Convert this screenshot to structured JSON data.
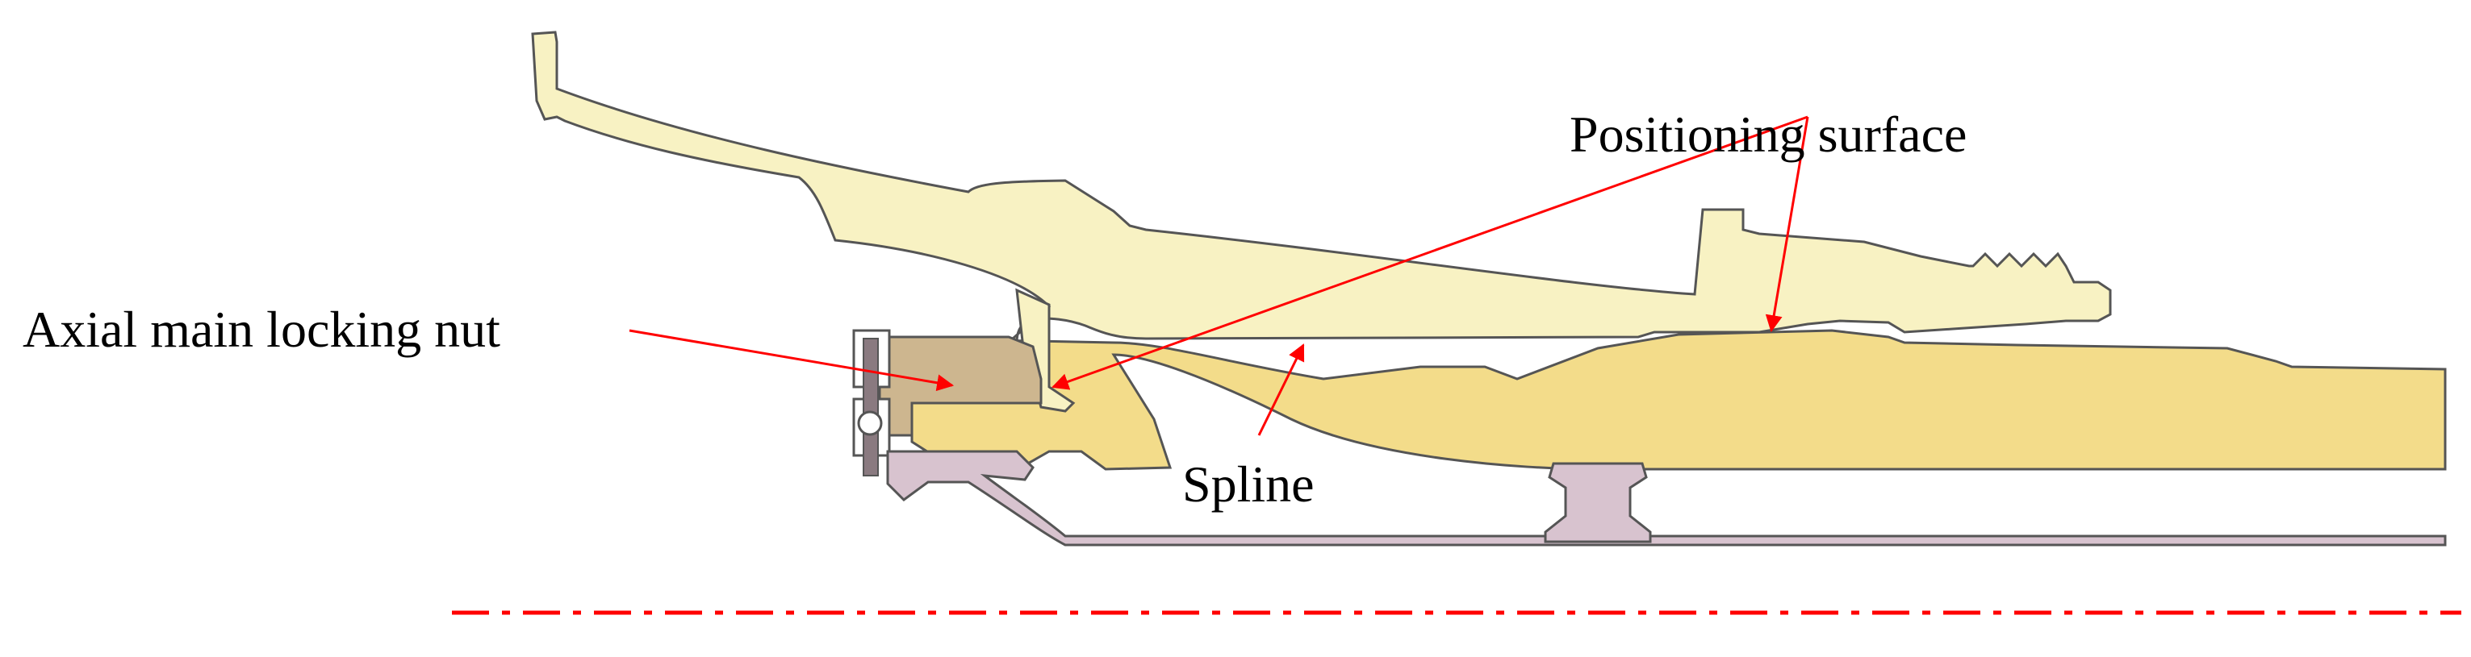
{
  "labels": {
    "positioning_surface": "Positioning surface",
    "axial_nut": "Axial main locking nut",
    "spline": "Spline"
  },
  "colors": {
    "disc": "#f8f2c3",
    "shaft": "#f3dc8a",
    "nut": "#cdb68f",
    "bracket": "#d8c3cf",
    "outline": "#555555",
    "arrow": "#ff0000",
    "centerline": "#ff0000"
  }
}
